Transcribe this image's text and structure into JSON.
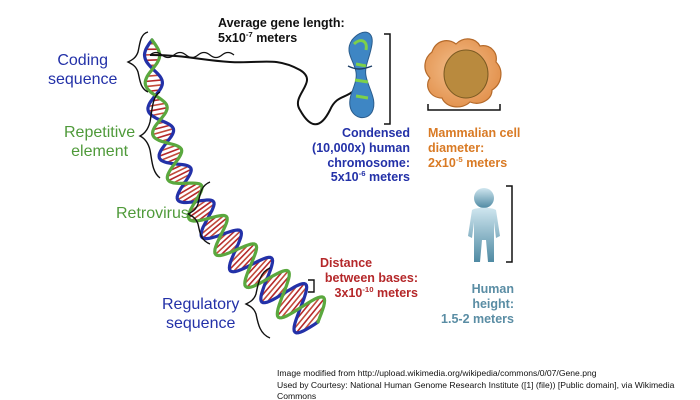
{
  "colors": {
    "blue": "#2331a8",
    "green": "#4f9a3a",
    "red": "#b5282a",
    "orange": "#d97a24",
    "steel": "#5a8da4",
    "black": "#111111"
  },
  "icons": [
    "dna-double-helix-icon",
    "chromosome-icon",
    "mammalian-cell-icon",
    "human-figure-icon"
  ],
  "labels": {
    "coding": [
      "Coding",
      "sequence"
    ],
    "repetitive": [
      "Repetitive",
      "element"
    ],
    "retrovirus": "Retrovirus",
    "regulatory": [
      "Regulatory",
      "sequence"
    ],
    "gene_length": {
      "line1": "Average gene length:",
      "base": "5x10",
      "exp": "-7",
      "unit": " meters"
    },
    "chromosome": {
      "l1": "Condensed",
      "l2": "(10,000x) human",
      "l3": "chromosome:",
      "base": "5x10",
      "exp": "-6",
      "unit": " meters"
    },
    "cell": {
      "l1": "Mammalian cell",
      "l2": "diameter:",
      "base": "2x10",
      "exp": "-5",
      "unit": " meters"
    },
    "bases": {
      "l1": "Distance",
      "l2": "between bases:",
      "base": "3x10",
      "exp": "-10",
      "unit": " meters"
    },
    "human": {
      "l1": "Human",
      "l2": "height:",
      "l3": "1.5-2 meters"
    }
  },
  "credit": {
    "line1": "Image modified from http://upload.wikimedia.org/wikipedia/commons/0/07/Gene.png",
    "line2": "Used by Courtesy: National Human Genome Research Institute ([1] (file)) [Public domain], via Wikimedia Commons"
  }
}
